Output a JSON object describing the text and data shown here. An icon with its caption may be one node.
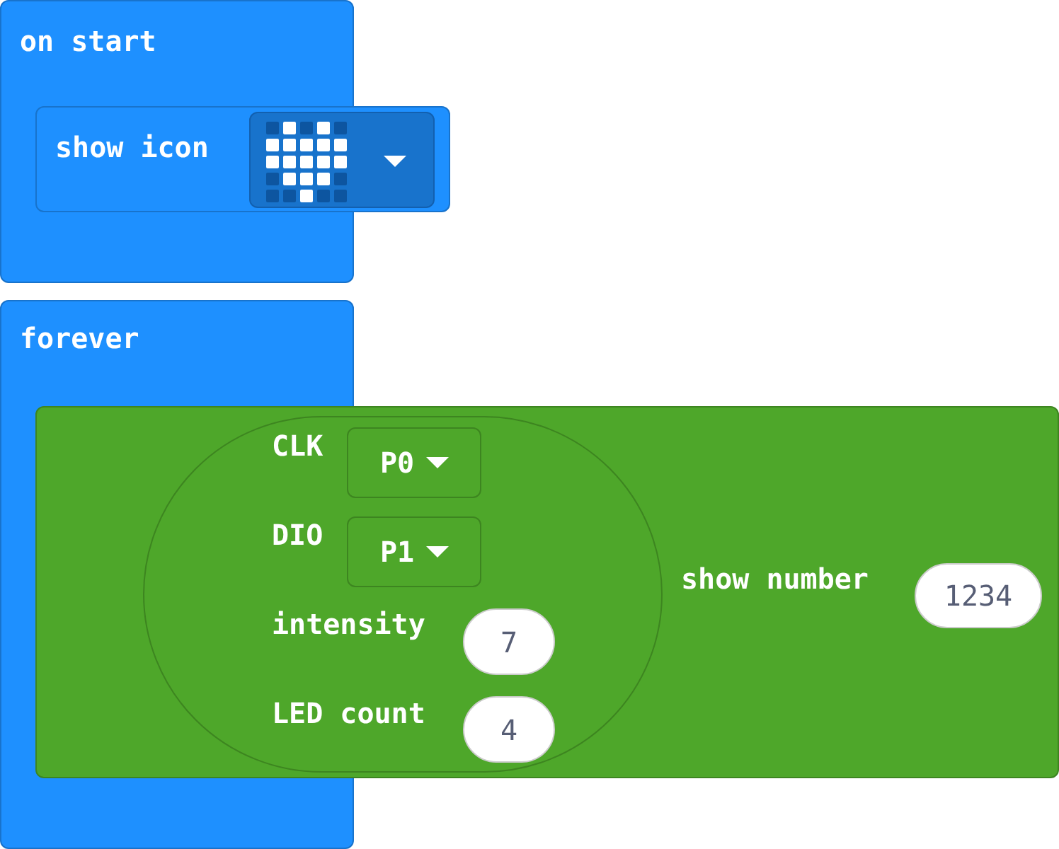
{
  "diagram": {
    "nodes": [
      {
        "text": [
          "on start"
        ]
      },
      {
        "text": [
          "show icon"
        ]
      },
      {
        "text": [],
        "shape": "picture",
        "in": 1
      },
      {
        "text": [
          "forever"
        ]
      },
      {
        "text": [
          "show number"
        ]
      },
      {
        "text": [
          "CLK",
          "DIO",
          "intensity",
          "LED count"
        ],
        "in": 4
      },
      {
        "text": [
          "P0"
        ],
        "in": 5
      },
      {
        "text": [
          "P1"
        ],
        "in": 5
      },
      {
        "text": [
          "7"
        ],
        "in": 5
      },
      {
        "text": [
          "4"
        ],
        "in": 5
      },
      {
        "text": [
          "1234"
        ],
        "in": 4
      }
    ],
    "edges": []
  }
}
